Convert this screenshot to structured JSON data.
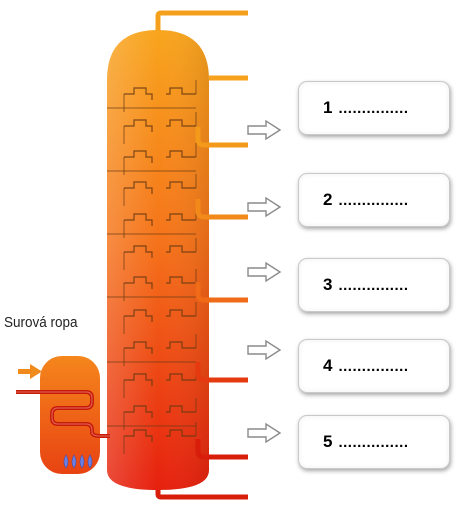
{
  "feed_label": "Surová ropa",
  "outputs": [
    {
      "number": "1",
      "blank": "..............."
    },
    {
      "number": "2",
      "blank": "..............."
    },
    {
      "number": "3",
      "blank": "..............."
    },
    {
      "number": "4",
      "blank": "..............."
    },
    {
      "number": "5",
      "blank": "..............."
    }
  ],
  "colors": {
    "column_top": "#f7a21c",
    "column_bottom": "#e8210e",
    "pipe_top": "#f39a1a",
    "pipe_bottom": "#d81e0a",
    "flame": "#6f7fe0"
  },
  "icons": [
    "right-arrow-outline-icon",
    "feed-arrow-icon",
    "burner-flame-icon"
  ]
}
